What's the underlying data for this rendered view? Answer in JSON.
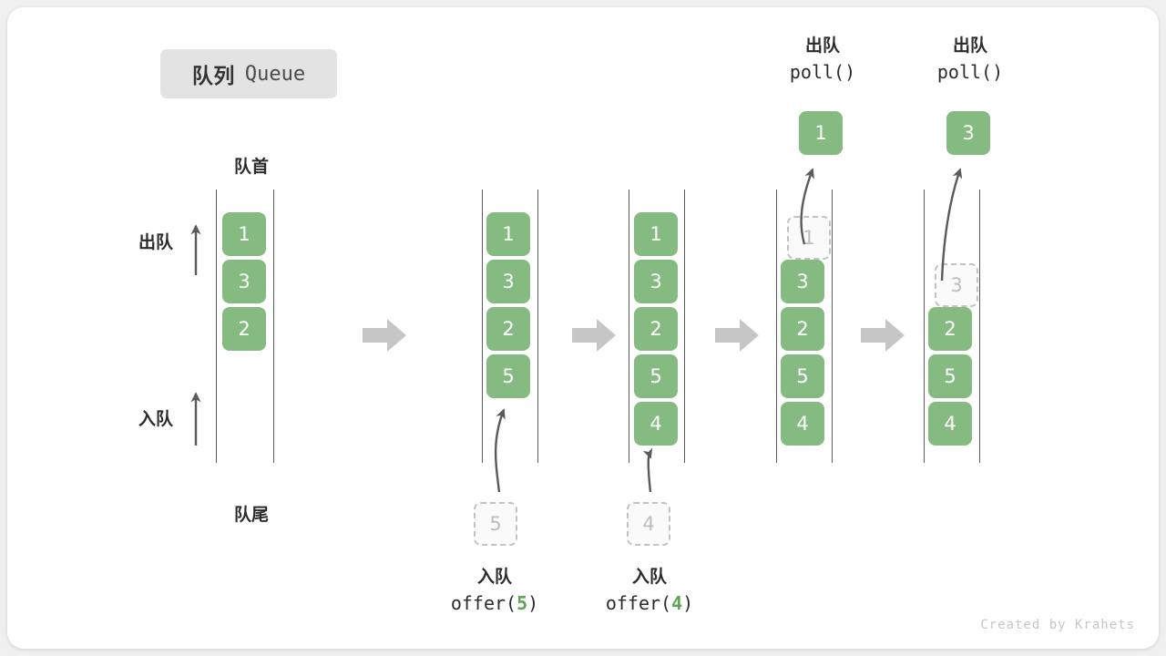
{
  "title": {
    "cn": "队列",
    "en": "Queue"
  },
  "labels": {
    "head": "队首",
    "tail": "队尾",
    "dequeue": "出队",
    "enqueue": "入队"
  },
  "colors": {
    "cell_fill": "#85bb80",
    "cell_text": "#ffffff",
    "ghost_fill": "#fafafa",
    "ghost_border": "#c2c2c2",
    "ghost_text": "#bdbdbd",
    "rail": "#5a5a5a",
    "arrow": "#c6c6c6",
    "curve": "#5a5a5a",
    "accent_green": "#5ba553",
    "chip_bg": "#e3e3e3",
    "text": "#2b2b2b",
    "credit": "#c6c6c6"
  },
  "columns": [
    {
      "name": "initial",
      "cells": [
        "1",
        "3",
        "2"
      ]
    },
    {
      "name": "after-offer-5",
      "cells": [
        "1",
        "3",
        "2",
        "5"
      ]
    },
    {
      "name": "after-offer-4",
      "cells": [
        "1",
        "3",
        "2",
        "5",
        "4"
      ]
    },
    {
      "name": "poll-1",
      "cells": [
        "1",
        "3",
        "2",
        "5",
        "4"
      ],
      "ghost_index": 0
    },
    {
      "name": "poll-3",
      "cells": [
        "",
        "3",
        "2",
        "5",
        "4"
      ],
      "ghost_index": 1
    }
  ],
  "operations": {
    "offer_5": {
      "line1": "入队",
      "call_pre": "offer(",
      "value": "5",
      "call_post": ")",
      "ghost_value": "5"
    },
    "offer_4": {
      "line1": "入队",
      "call_pre": "offer(",
      "value": "4",
      "call_post": ")",
      "ghost_value": "4"
    },
    "poll_1": {
      "line1": "出队",
      "call": "poll()",
      "popped_value": "1"
    },
    "poll_3": {
      "line1": "出队",
      "call": "poll()",
      "popped_value": "3"
    }
  },
  "transition_arrows": 4,
  "credit": "Created by Krahets"
}
